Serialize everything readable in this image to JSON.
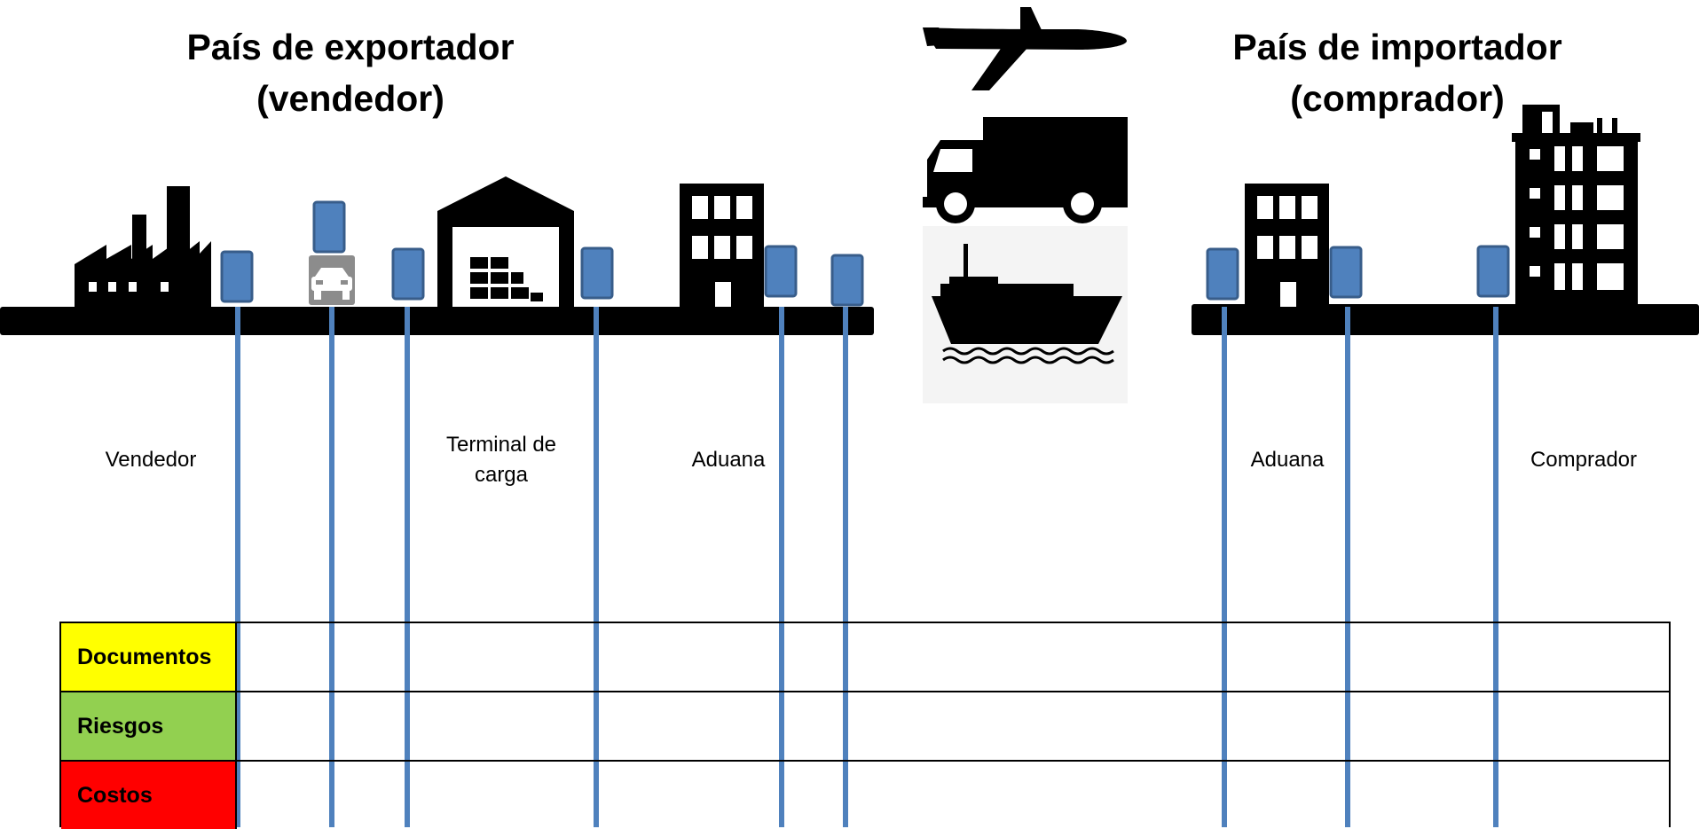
{
  "titles": {
    "exporter_line1": "País de exportador",
    "exporter_line2": "(vendedor)",
    "importer_line1": "País de importador",
    "importer_line2": "(comprador)"
  },
  "labels": {
    "seller": "Vendedor",
    "terminal_line1": "Terminal de",
    "terminal_line2": "carga",
    "customs_export": "Aduana",
    "customs_import": "Aduana",
    "buyer": "Comprador"
  },
  "table": {
    "rows": [
      {
        "label": "Documentos",
        "color": "#ffff00"
      },
      {
        "label": "Riesgos",
        "color": "#92d050"
      },
      {
        "label": "Costos",
        "color": "#ff0000"
      }
    ]
  },
  "colors": {
    "marker_fill": "#4f81bd",
    "marker_border": "#385d8a",
    "line": "#4f81bd",
    "silhouette": "#000000"
  },
  "icons": [
    "factory-icon",
    "car-icon",
    "warehouse-icon",
    "building-icon",
    "airplane-icon",
    "truck-icon",
    "ship-icon",
    "skyscraper-icon"
  ]
}
